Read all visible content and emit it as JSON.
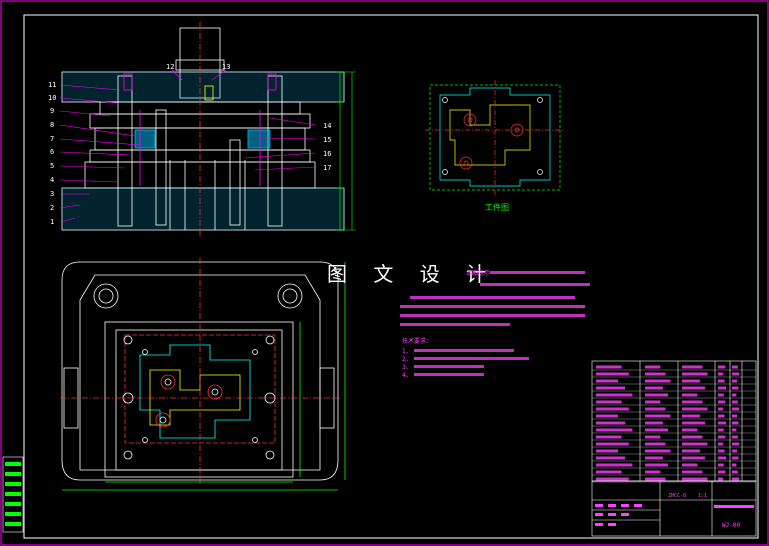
{
  "drawing": {
    "title": "图 文 设 计",
    "part_view_label": "工件图",
    "assembly_callouts_left": [
      "11",
      "10",
      "9",
      "8",
      "7",
      "6",
      "5",
      "4",
      "3",
      "2",
      "1"
    ],
    "assembly_callouts_right": [
      "14",
      "15",
      "16",
      "17"
    ],
    "assembly_callouts_top": [
      "12",
      "13"
    ],
    "notes_heading": "技术要求：",
    "notes": [
      "1、",
      "2、",
      "3、",
      "4、"
    ],
    "description_line": "本图所示",
    "title_block_code": "ZHCC-8",
    "title_block_scale": "1:1",
    "drawing_number": "WJ-00"
  },
  "colors": {
    "background": "#000000",
    "frame": "#ff00ff",
    "outline": "#ffffff",
    "dimension": "#00ff00",
    "centerline": "#ff3030",
    "hatch": "#00c0ff",
    "part_outline": "#00ffff",
    "accent_yellow": "#ffff00"
  }
}
